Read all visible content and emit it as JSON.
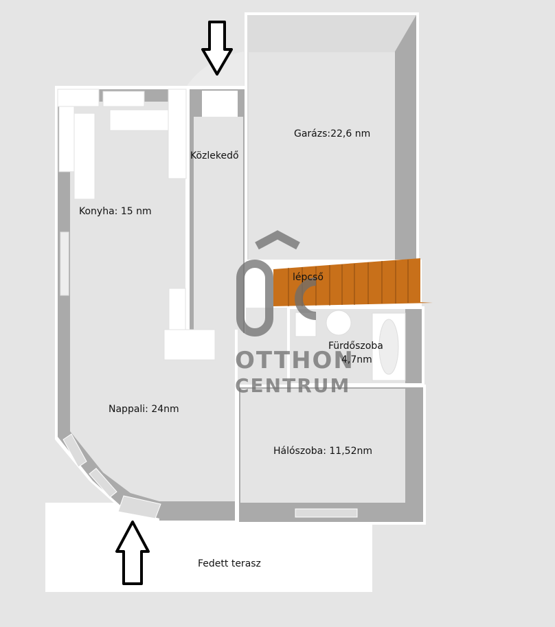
{
  "floorplan": {
    "rooms": [
      {
        "id": "konyha",
        "label": "Konyha: 15 nm"
      },
      {
        "id": "kozlekedo",
        "label": "Közlekedő"
      },
      {
        "id": "garazs",
        "label": "Garázs:22,6 nm"
      },
      {
        "id": "lepcso",
        "label": "lépcső"
      },
      {
        "id": "furdoszoba",
        "label": "Fürdőszoba",
        "area": "4,7nm"
      },
      {
        "id": "nappali",
        "label": "Nappali: 24nm"
      },
      {
        "id": "haloszoba",
        "label": "Hálószoba: 11,52nm"
      },
      {
        "id": "terasz",
        "label": "Fedett terasz"
      }
    ],
    "entrances": [
      {
        "id": "top-entrance",
        "direction": "down"
      },
      {
        "id": "bottom-entrance",
        "direction": "up"
      }
    ],
    "colors": {
      "background": "#e5e5e5",
      "floor": "#e4e4e4",
      "wall": "#aaaaaa",
      "wall_top": "#ffffff",
      "stairs": "#c8701a",
      "furniture": "#ffffff"
    }
  },
  "watermark": {
    "logo": "OC",
    "line1": "OTTHON",
    "line2": "CENTRUM"
  }
}
